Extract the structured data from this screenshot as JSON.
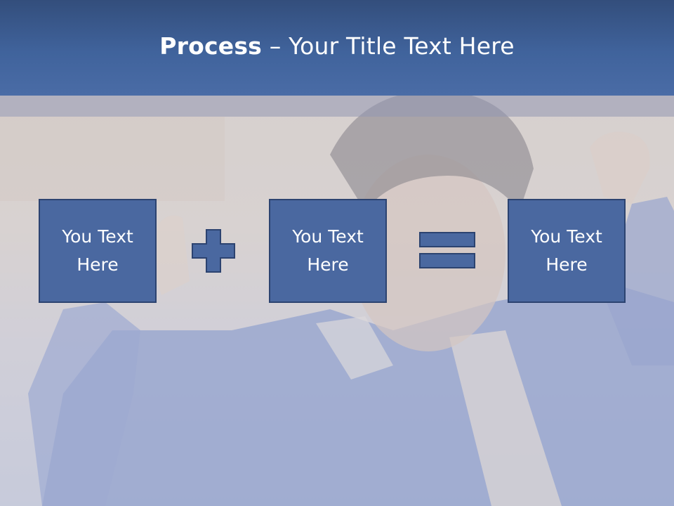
{
  "title": {
    "bold": "Process",
    "rest": " – Your Title Text Here"
  },
  "process": {
    "steps": [
      {
        "line1": "You Text",
        "line2": "Here"
      },
      {
        "line1": "You Text",
        "line2": "Here"
      },
      {
        "line1": "You Text",
        "line2": "Here"
      }
    ],
    "operators": [
      "plus",
      "equals"
    ]
  },
  "colors": {
    "title_bar": "#40639c",
    "box_fill": "#4a68a0",
    "box_border": "#2c4370",
    "text": "#ffffff"
  },
  "background": {
    "description_icon": "person-photo"
  }
}
